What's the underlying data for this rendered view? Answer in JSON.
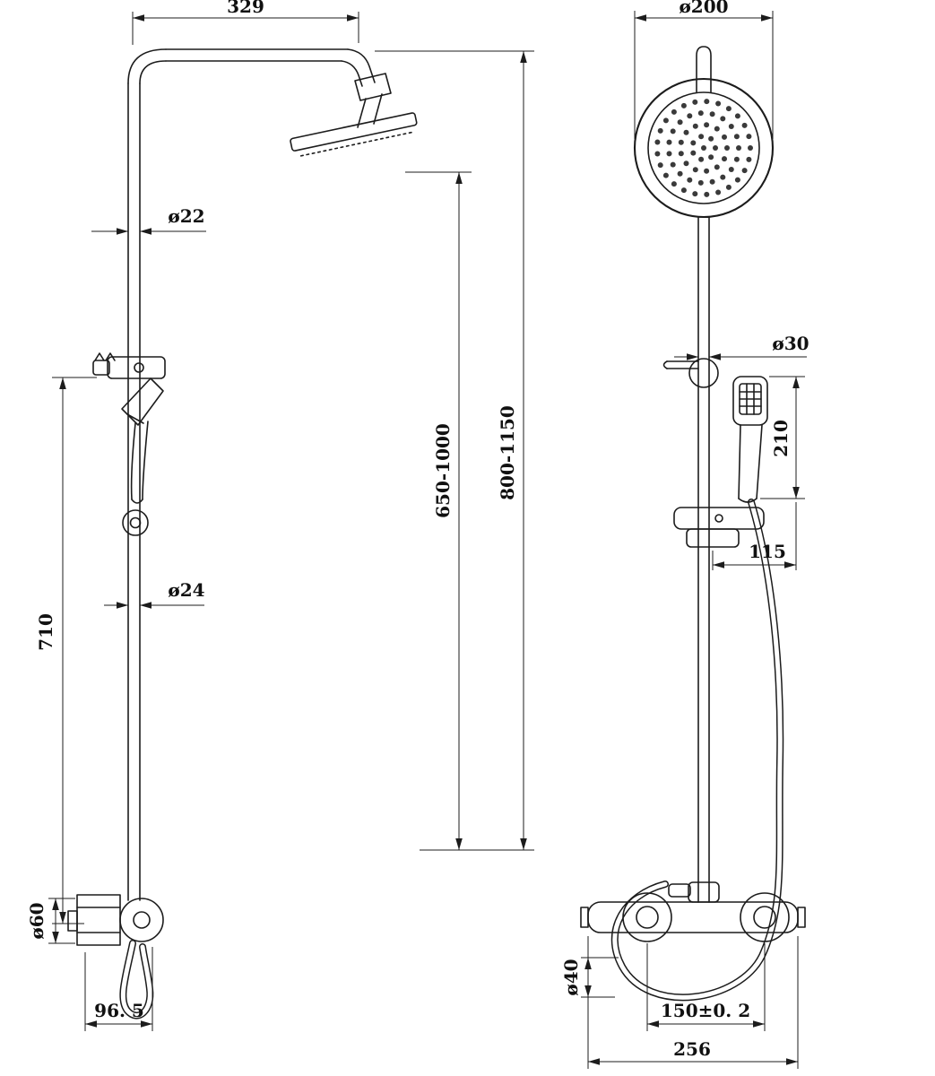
{
  "colors": {
    "line": "#1c1c1c",
    "background": "#ffffff"
  },
  "side_view": {
    "dim_top_arm_width": "329",
    "dim_pipe_upper_dia": "ø22",
    "dim_pipe_lower_dia": "ø24",
    "dim_bracket_height": "710",
    "dim_riser_adjustable": "650-1000",
    "dim_total_adjustable": "800-1150",
    "dim_valve_dia": "ø60",
    "dim_valve_depth": "96. 5"
  },
  "front_view": {
    "dim_head_dia": "ø200",
    "dim_pipe_dia": "ø30",
    "dim_handshower_length": "210",
    "dim_slider_offset": "115",
    "dim_hose_dia": "ø40",
    "dim_valve_centers": "150±0. 2",
    "dim_mixer_width": "256"
  }
}
